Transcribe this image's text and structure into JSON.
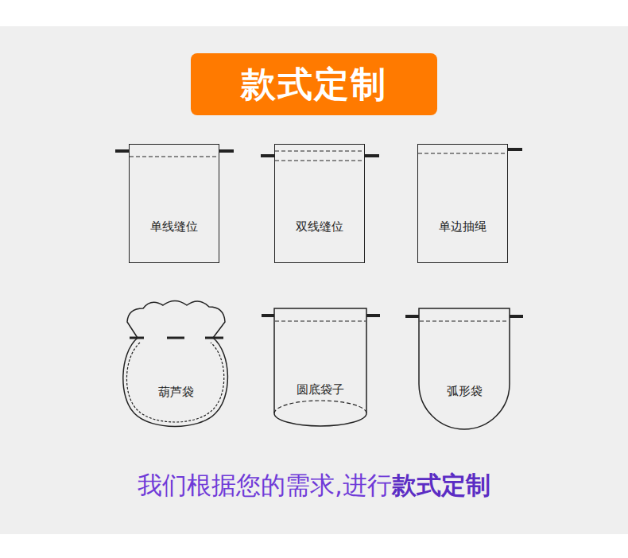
{
  "diagram": {
    "title": "款式定制",
    "nodes": [
      {
        "text": [
          "单线缝位"
        ]
      },
      {
        "text": [
          "双线缝位"
        ]
      },
      {
        "text": [
          "单边抽绳"
        ]
      },
      {
        "text": [
          "葫芦袋"
        ]
      },
      {
        "text": [
          "圆底袋子"
        ]
      },
      {
        "text": [
          "弧形袋"
        ]
      }
    ],
    "labels": [
      "我们根据您的需求,进行",
      "款式定制"
    ]
  }
}
